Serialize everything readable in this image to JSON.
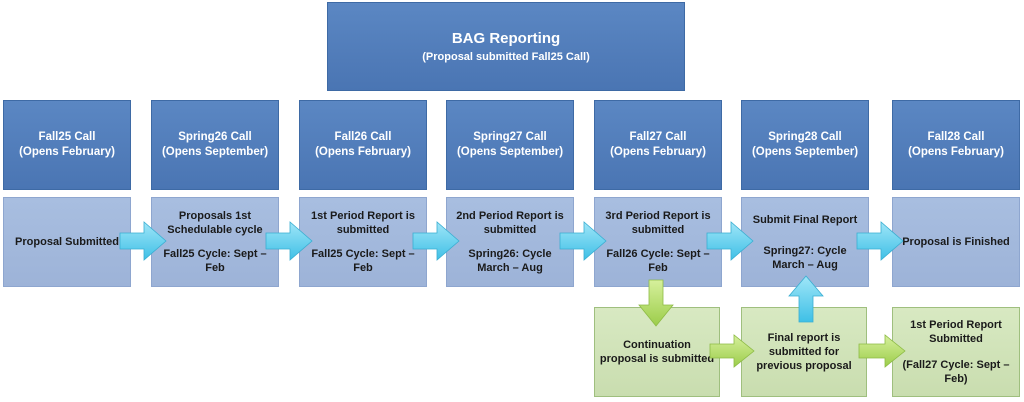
{
  "title": {
    "main": "BAG Reporting",
    "sub": "(Proposal submitted Fall25 Call)"
  },
  "calls": [
    {
      "name": "Fall25 Call",
      "opens": "(Opens February)"
    },
    {
      "name": "Spring26 Call",
      "opens": "(Opens September)"
    },
    {
      "name": "Fall26 Call",
      "opens": "(Opens February)"
    },
    {
      "name": "Spring27 Call",
      "opens": "(Opens September)"
    },
    {
      "name": "Fall27 Call",
      "opens": "(Opens February)"
    },
    {
      "name": "Spring28 Call",
      "opens": "(Opens September)"
    },
    {
      "name": "Fall28 Call",
      "opens": "(Opens February)"
    }
  ],
  "steps": [
    {
      "main": "Proposal Submitted",
      "cycle": ""
    },
    {
      "main": "Proposals 1st Schedulable cycle",
      "cycle": "Fall25 Cycle: Sept – Feb"
    },
    {
      "main": "1st Period Report is submitted",
      "cycle": "Fall25 Cycle: Sept – Feb"
    },
    {
      "main": "2nd Period Report is submitted",
      "cycle": "Spring26: Cycle March – Aug"
    },
    {
      "main": "3rd Period Report is submitted",
      "cycle": "Fall26 Cycle: Sept – Feb"
    },
    {
      "main": "Submit Final Report",
      "cycle": "Spring27: Cycle March – Aug"
    },
    {
      "main": "Proposal is Finished",
      "cycle": ""
    }
  ],
  "branch": [
    {
      "main": "Continuation proposal is submitted",
      "cycle": ""
    },
    {
      "main": "Final report is submitted for previous proposal",
      "cycle": ""
    },
    {
      "main": "1st Period Report Submitted",
      "cycle": "(Fall27 Cycle: Sept – Feb)"
    }
  ],
  "colors": {
    "header_blue": "#4f7dbd",
    "step_blue": "#a3b9dc",
    "branch_green": "#d1e4ba",
    "arrow_cyan": "#5fd0ee",
    "arrow_green": "#b3dd6a"
  }
}
